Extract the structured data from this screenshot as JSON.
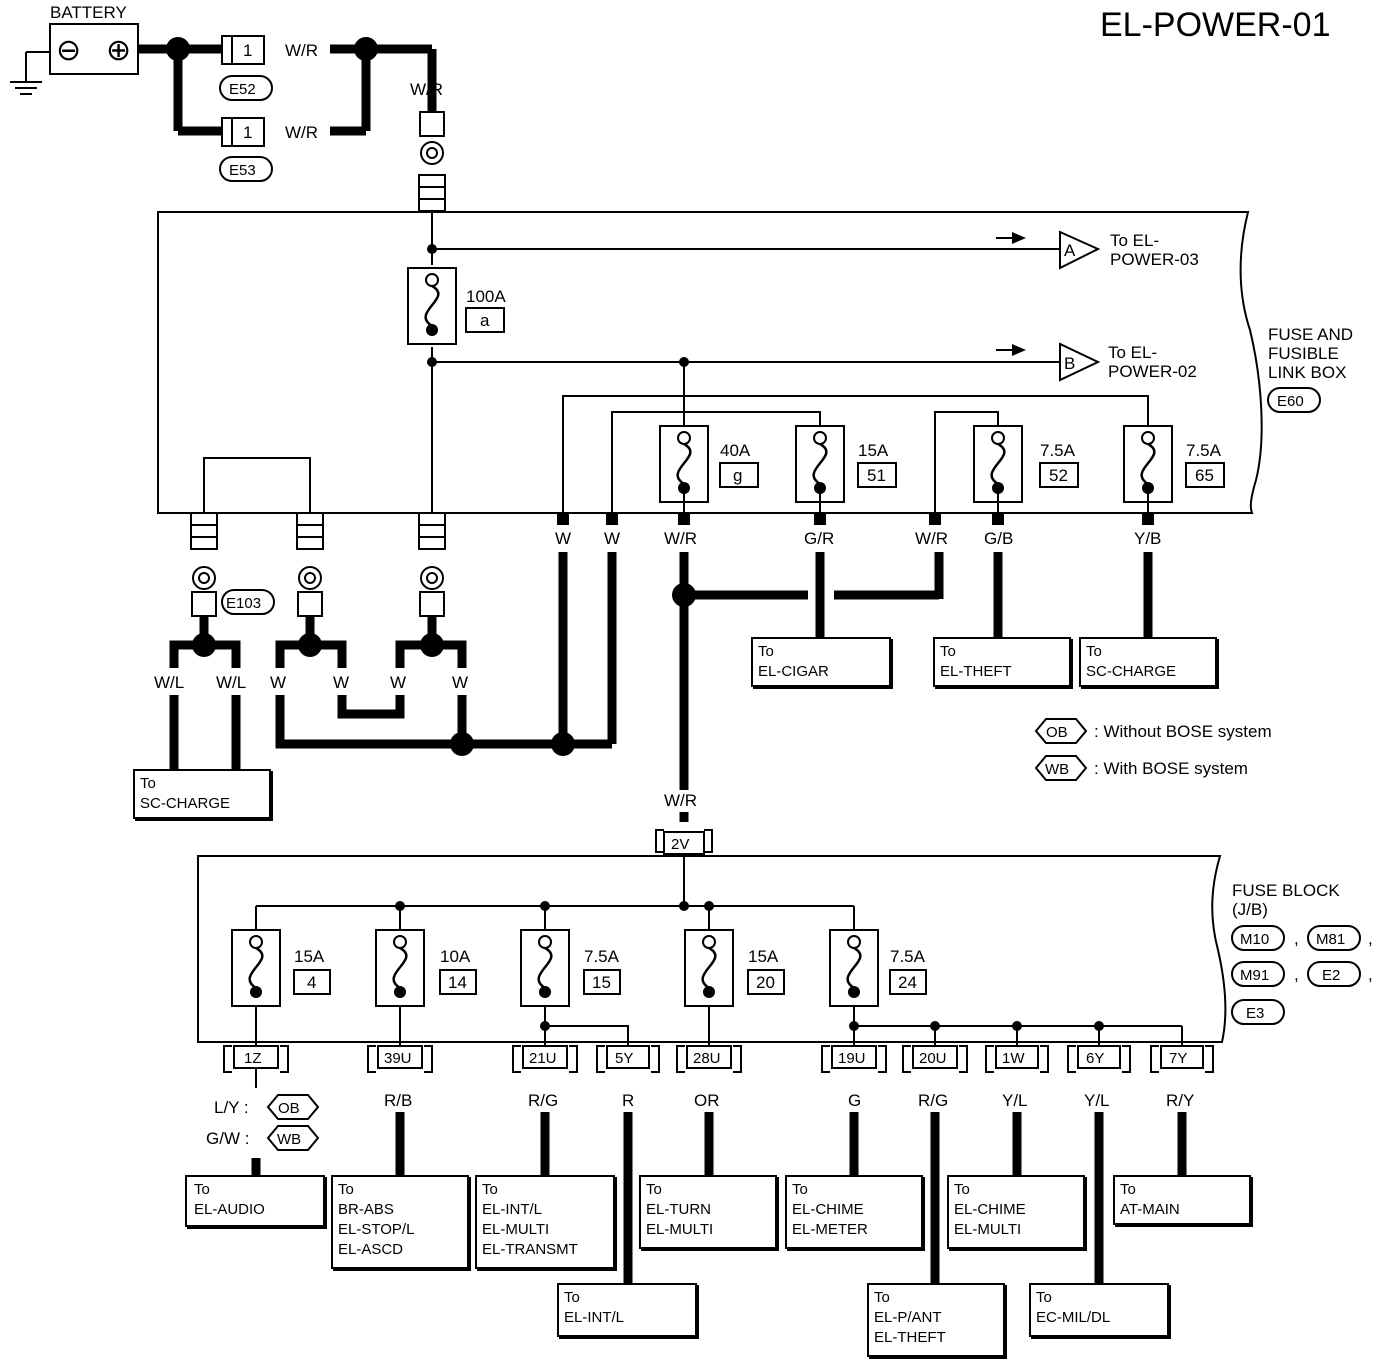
{
  "title": "EL-POWER-01",
  "battery": {
    "label": "BATTERY",
    "minus": "⊖",
    "plus": "⊕"
  },
  "connectors": {
    "e52": "E52",
    "e53": "E53",
    "e103": "E103",
    "e60": "E60"
  },
  "fusible_links": [
    {
      "pin": "1",
      "wire": "W/R"
    },
    {
      "pin": "1",
      "wire": "W/R"
    }
  ],
  "main_wire": "W/R",
  "fuse_link_box": {
    "label_lines": [
      "FUSE AND",
      "FUSIBLE",
      "LINK BOX"
    ],
    "main_fuse": {
      "rating": "100A",
      "id": "a"
    },
    "outputs": [
      {
        "marker": "A",
        "to_lines": [
          "To EL-",
          "POWER-03"
        ]
      },
      {
        "marker": "B",
        "to_lines": [
          "To EL-",
          "POWER-02"
        ]
      }
    ],
    "fuses": [
      {
        "rating": "40A",
        "id": "g"
      },
      {
        "rating": "15A",
        "id": "51"
      },
      {
        "rating": "7.5A",
        "id": "52"
      },
      {
        "rating": "7.5A",
        "id": "65"
      }
    ],
    "bottom_wires": [
      "W",
      "W",
      "W/R",
      "G/R",
      "W/R",
      "G/B",
      "Y/B"
    ]
  },
  "lower_left_wires": [
    "W/L",
    "W/L",
    "W",
    "W",
    "W",
    "W"
  ],
  "destinations_top": [
    {
      "lines": [
        "To",
        "EL-CIGAR"
      ]
    },
    {
      "lines": [
        "To",
        "EL-THEFT"
      ]
    },
    {
      "lines": [
        "To",
        "SC-CHARGE"
      ]
    },
    {
      "lines": [
        "To",
        "SC-CHARGE"
      ]
    }
  ],
  "legend": [
    {
      "code": "OB",
      "text": ": Without BOSE system"
    },
    {
      "code": "WB",
      "text": ": With BOSE system"
    }
  ],
  "trunk_wire": "W/R",
  "fuse_block": {
    "input_pin": "2V",
    "label_lines": [
      "FUSE BLOCK",
      "(J/B)"
    ],
    "connectors": [
      "M10",
      "M81",
      "M91",
      "E2",
      "E3"
    ],
    "separator": ",",
    "fuses": [
      {
        "rating": "15A",
        "id": "4"
      },
      {
        "rating": "10A",
        "id": "14"
      },
      {
        "rating": "7.5A",
        "id": "15"
      },
      {
        "rating": "15A",
        "id": "20"
      },
      {
        "rating": "7.5A",
        "id": "24"
      }
    ],
    "pins": [
      "1Z",
      "39U",
      "21U",
      "5Y",
      "28U",
      "19U",
      "20U",
      "1W",
      "6Y",
      "7Y"
    ],
    "wires": [
      "R/B",
      "R/G",
      "R",
      "OR",
      "G",
      "R/G",
      "Y/L",
      "Y/L",
      "R/Y"
    ],
    "audio_wires": [
      {
        "color": "L/Y :",
        "code": "OB"
      },
      {
        "color": "G/W :",
        "code": "WB"
      }
    ]
  },
  "destinations_bottom": [
    {
      "lines": [
        "To",
        "EL-AUDIO"
      ]
    },
    {
      "lines": [
        "To",
        "BR-ABS",
        "EL-STOP/L",
        "EL-ASCD"
      ]
    },
    {
      "lines": [
        "To",
        "EL-INT/L",
        "EL-MULTI",
        "EL-TRANSMT"
      ]
    },
    {
      "lines": [
        "To",
        "EL-TURN",
        "EL-MULTI"
      ]
    },
    {
      "lines": [
        "To",
        "EL-CHIME",
        "EL-METER"
      ]
    },
    {
      "lines": [
        "To",
        "EL-CHIME",
        "EL-MULTI"
      ]
    },
    {
      "lines": [
        "To",
        "AT-MAIN"
      ]
    },
    {
      "lines": [
        "To",
        "EL-INT/L"
      ]
    },
    {
      "lines": [
        "To",
        "EL-P/ANT",
        "EL-THEFT"
      ]
    },
    {
      "lines": [
        "To",
        "EC-MIL/DL"
      ]
    }
  ]
}
